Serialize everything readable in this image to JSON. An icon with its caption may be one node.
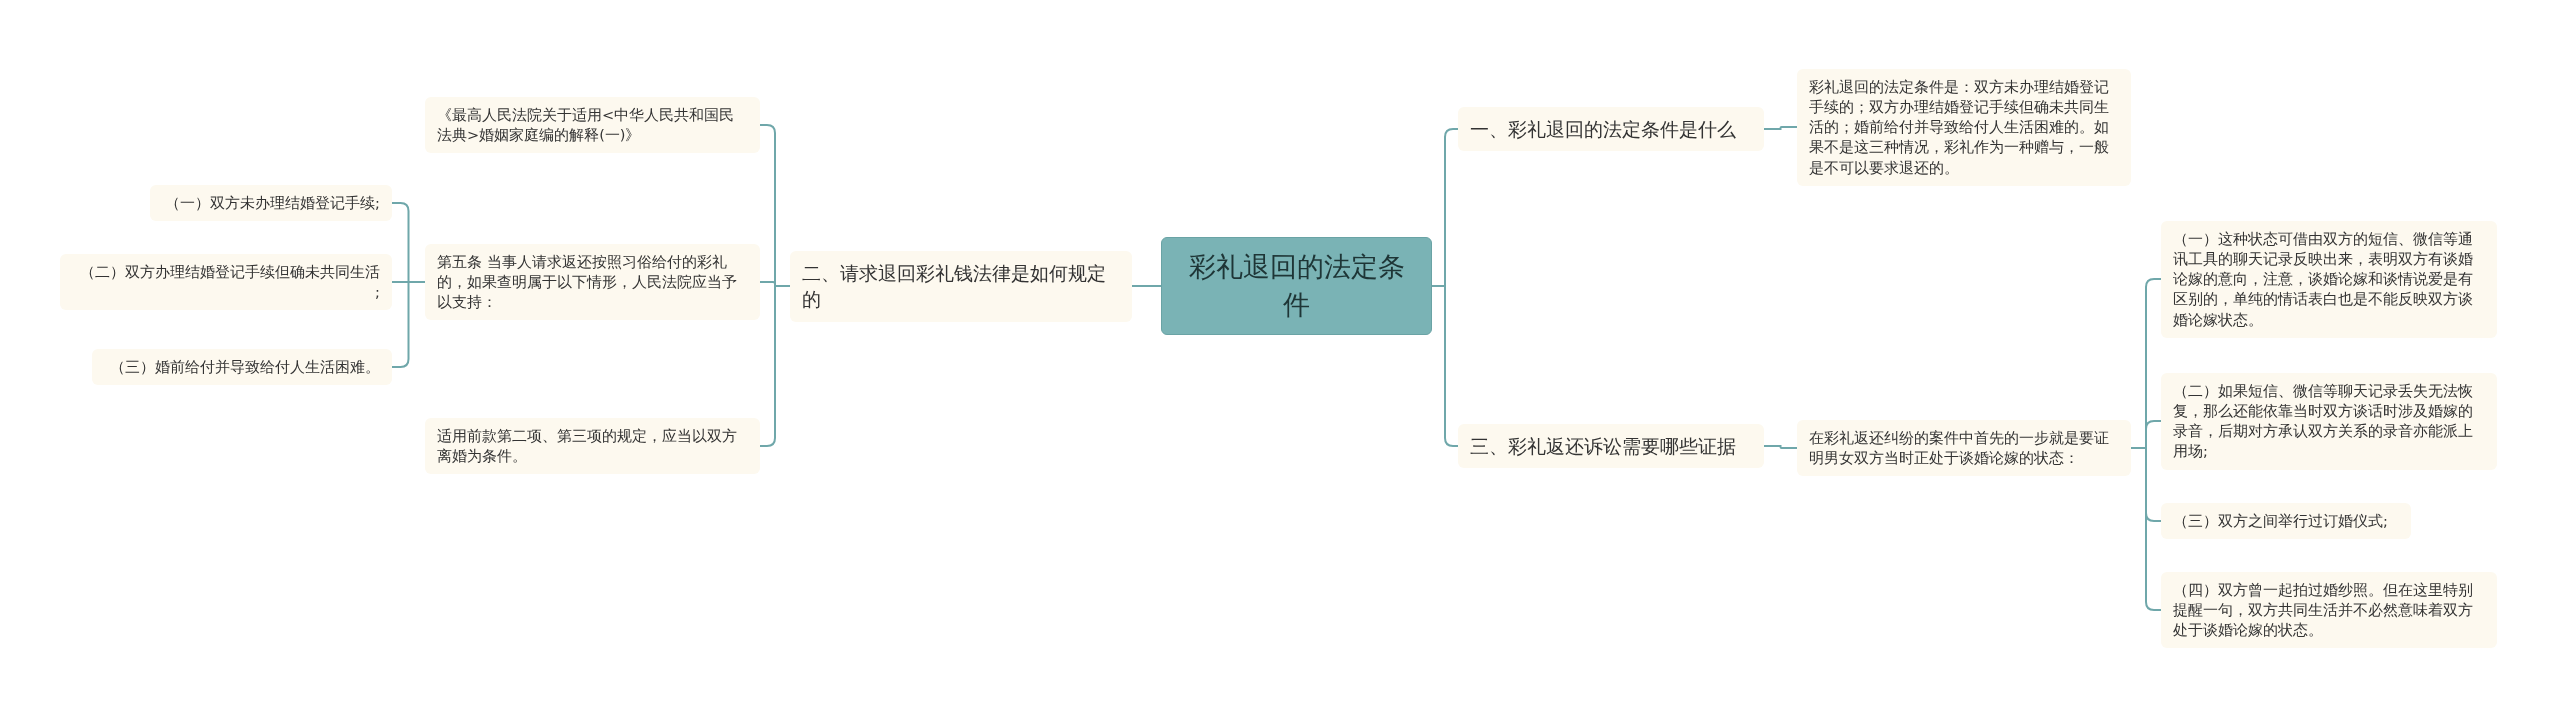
{
  "diagram": {
    "nodes": [
      {
        "text": [
          "彩礼退回的法定条件"
        ]
      },
      {
        "text": [
          "一、彩礼退回的法定条件是什么"
        ]
      },
      {
        "text": [
          "彩礼退回的法定条件是：双方未办理结婚登记手续的；双方办理结婚登记手续但确未共同生活的；婚前给付并导致给付人生活困难的。如果不是这三种情况，彩礼作为一种赠与，一般是不可以要求退还的。"
        ]
      },
      {
        "text": [
          "三、彩礼返还诉讼需要哪些证据"
        ]
      },
      {
        "text": [
          "在彩礼返还纠纷的案件中首先的一步就是要证明男女双方当时正处于谈婚论嫁的状态："
        ]
      },
      {
        "text": [
          "（一）这种状态可借由双方的短信、微信等通讯工具的聊天记录反映出来，表明双方有谈婚论嫁的意向，注意，谈婚论嫁和谈情说爱是有区别的，单纯的情话表白也是不能反映双方谈婚论嫁状态。"
        ]
      },
      {
        "text": [
          "（二）如果短信、微信等聊天记录丢失无法恢复，那么还能依靠当时双方谈话时涉及婚嫁的录音，后期对方承认双方关系的录音亦能派上用场;"
        ]
      },
      {
        "text": [
          "（三）双方之间举行过订婚仪式;"
        ]
      },
      {
        "text": [
          "（四）双方曾一起拍过婚纱照。但在这里特别提醒一句，双方共同生活并不必然意味着双方处于谈婚论嫁的状态。"
        ]
      },
      {
        "text": [
          "二、请求退回彩礼钱法律是如何规定的"
        ]
      },
      {
        "text": [
          "《最高人民法院关于适用<中华人民共和国民法典>婚姻家庭编的解释(一)》"
        ]
      },
      {
        "text": [
          "第五条 当事人请求返还按照习俗给付的彩礼的，如果查明属于以下情形，人民法院应当予以支持："
        ]
      },
      {
        "text": [
          "适用前款第二项、第三项的规定，应当以双方离婚为条件。"
        ]
      },
      {
        "text": [
          "（一）双方未办理结婚登记手续;"
        ]
      },
      {
        "text": [
          "（二）双方办理结婚登记手续但确未共同生活 ;"
        ]
      },
      {
        "text": [
          "（三）婚前给付并导致给付人生活困难。"
        ]
      }
    ],
    "edges": [
      {
        "from": 0,
        "to": 1,
        "arrow": "none"
      },
      {
        "from": 1,
        "to": 2,
        "arrow": "none"
      },
      {
        "from": 0,
        "to": 3,
        "arrow": "none"
      },
      {
        "from": 3,
        "to": 4,
        "arrow": "none"
      },
      {
        "from": 4,
        "to": 5,
        "arrow": "none"
      },
      {
        "from": 4,
        "to": 6,
        "arrow": "none"
      },
      {
        "from": 4,
        "to": 7,
        "arrow": "none"
      },
      {
        "from": 4,
        "to": 8,
        "arrow": "none"
      },
      {
        "from": 0,
        "to": 9,
        "arrow": "none"
      },
      {
        "from": 9,
        "to": 10,
        "arrow": "none"
      },
      {
        "from": 9,
        "to": 11,
        "arrow": "none"
      },
      {
        "from": 9,
        "to": 12,
        "arrow": "none"
      },
      {
        "from": 11,
        "to": 13,
        "arrow": "none"
      },
      {
        "from": 11,
        "to": 14,
        "arrow": "none"
      },
      {
        "from": 11,
        "to": 15,
        "arrow": "none"
      }
    ]
  }
}
